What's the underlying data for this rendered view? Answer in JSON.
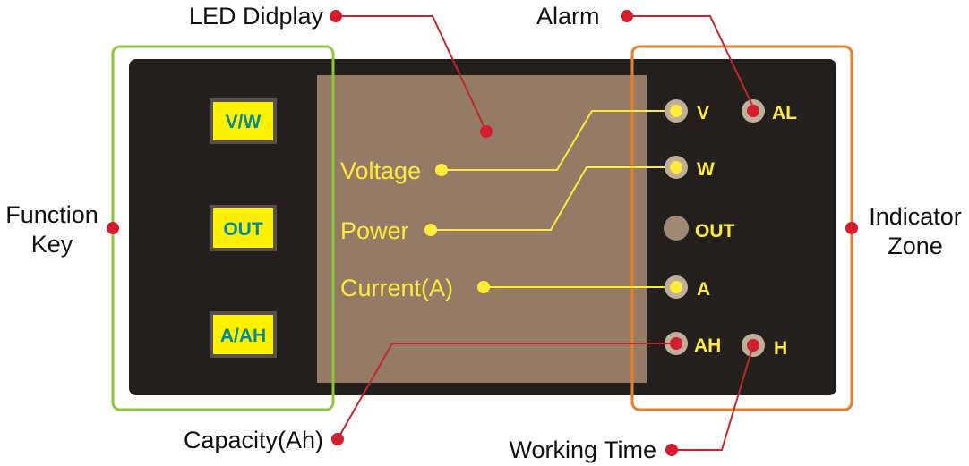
{
  "colors": {
    "background": "#ffffff",
    "panel": "#231f1c",
    "display": "#957b65",
    "key_fill": "#fff200",
    "key_text": "#008a9a",
    "key_border": "#59504a",
    "group_function": "#8cc63f",
    "group_indicator": "#e47f2a",
    "callout_dot": "#d41d2d",
    "callout_line": "#c0282d",
    "meter_text": "#ffeb3b",
    "meter_line": "#ffeb3b",
    "indicator_ring": "#bfae98",
    "indicator_off": "#a08972"
  },
  "function_keys": [
    {
      "label": "V/W"
    },
    {
      "label": "OUT"
    },
    {
      "label": "A/AH"
    }
  ],
  "display_labels": [
    {
      "label": "Voltage"
    },
    {
      "label": "Power"
    },
    {
      "label": "Current(A)"
    }
  ],
  "indicators": [
    {
      "label": "V",
      "lit": true
    },
    {
      "label": "AL",
      "lit": true
    },
    {
      "label": "W",
      "lit": true
    },
    {
      "label": "OUT",
      "lit": false
    },
    {
      "label": "A",
      "lit": true
    },
    {
      "label": "AH",
      "lit": true
    },
    {
      "label": "H",
      "lit": true
    }
  ],
  "callouts": {
    "led_display": "LED Didplay",
    "alarm": "Alarm",
    "function_key_line1": "Function",
    "function_key_line2": "Key",
    "indicator_zone_line1": "Indicator",
    "indicator_zone_line2": "Zone",
    "capacity": "Capacity(Ah)",
    "working_time": "Working Time"
  }
}
